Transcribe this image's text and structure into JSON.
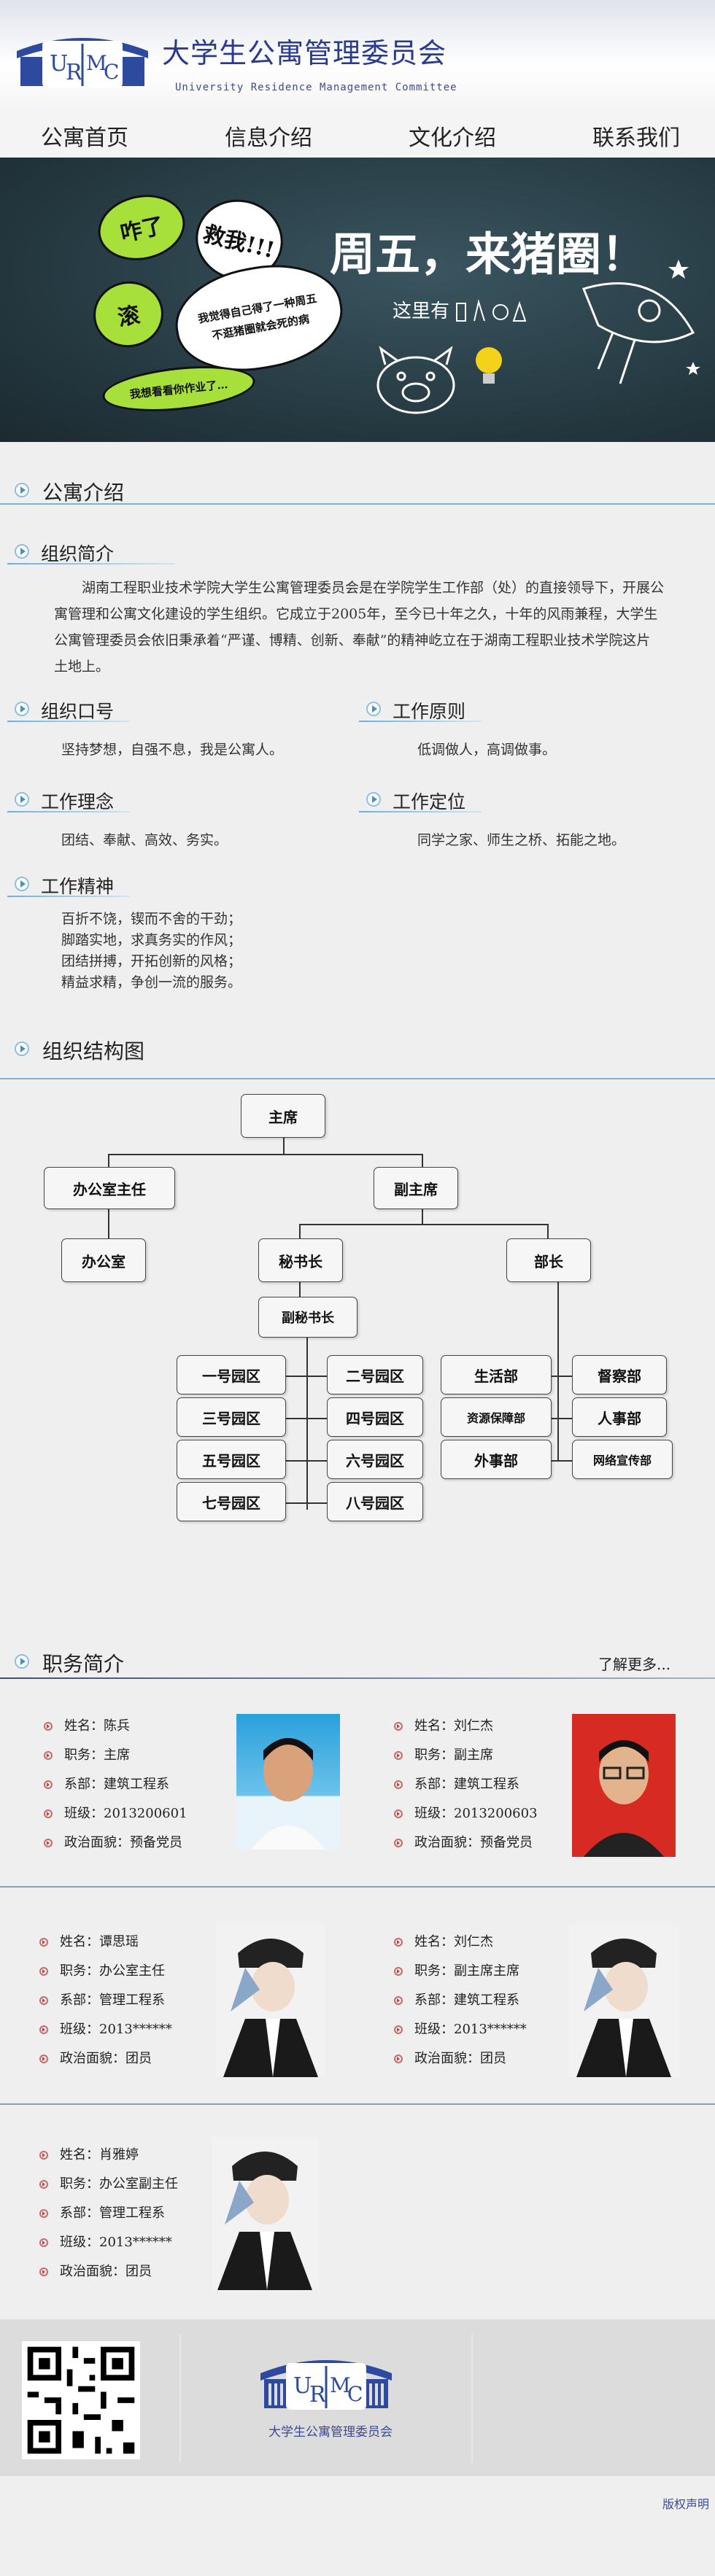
{
  "header": {
    "logo_letters": [
      "U",
      "R",
      "M",
      "C"
    ],
    "title": "大学生公寓管理委员会",
    "subtitle": "University Residence Management Committee"
  },
  "nav": [
    "公寓首页",
    "信息介绍",
    "文化介绍",
    "联系我们"
  ],
  "banner": {
    "headline": "周五，来猪圈！",
    "sub": "这里有",
    "bubbles": [
      "咋了",
      "救我!!!",
      "滚",
      "我觉得自己得了一种周五不逛猪圈就会死的病",
      "我想看看你作业了…"
    ]
  },
  "intro": {
    "heading": "公寓介绍",
    "org_brief": {
      "title": "组织简介",
      "text": "湖南工程职业技术学院大学生公寓管理委员会是在学院学生工作部（处）的直接领导下，开展公寓管理和公寓文化建设的学生组织。它成立于2005年，至今已十年之久，十年的风雨兼程，大学生公寓管理委员会依旧秉承着“严谨、博精、创新、奉献”的精神屹立在于湖南工程职业技术学院这片土地上。"
    },
    "slogan": {
      "title": "组织口号",
      "text": "坚持梦想，自强不息，我是公寓人。"
    },
    "principle": {
      "title": "工作原则",
      "text": "低调做人，高调做事。"
    },
    "concept": {
      "title": "工作理念",
      "text": "团结、奉献、高效、务实。"
    },
    "position": {
      "title": "工作定位",
      "text": "同学之家、师生之桥、拓能之地。"
    },
    "spirit": {
      "title": "工作精神",
      "lines": [
        "百折不饶，锲而不舍的干劲；",
        "脚踏实地，求真务实的作风；",
        "团结拼搏，开拓创新的风格；",
        "精益求精，争创一流的服务。"
      ]
    }
  },
  "org": {
    "heading": "组织结构图",
    "chair": "主席",
    "office_director": "办公室主任",
    "vice_chair": "副主席",
    "office": "办公室",
    "secretary": "秘书长",
    "minister": "部长",
    "deputy_secretary": "副秘书长",
    "parks_left": [
      "一号园区",
      "三号园区",
      "五号园区",
      "七号园区"
    ],
    "parks_right": [
      "二号园区",
      "四号园区",
      "六号园区",
      "八号园区"
    ],
    "depts_left": [
      "生活部",
      "资源保障部",
      "外事部"
    ],
    "depts_right": [
      "督察部",
      "人事部",
      "网络宣传部"
    ]
  },
  "duties": {
    "heading": "职务简介",
    "more": "了解更多...",
    "people": [
      {
        "rows": [
          "姓名：陈兵",
          "职务：主席",
          "系部：建筑工程系",
          "班级：2013200601",
          "政治面貌：预备党员"
        ]
      },
      {
        "rows": [
          "姓名：刘仁杰",
          "职务：副主席",
          "系部：建筑工程系",
          "班级：2013200603",
          "政治面貌：预备党员"
        ]
      },
      {
        "rows": [
          "姓名：谭思瑶",
          "职务：办公室主任",
          "系部：管理工程系",
          "班级：2013******",
          "政治面貌：团员"
        ]
      },
      {
        "rows": [
          "姓名：刘仁杰",
          "职务：副主席主席",
          "系部：建筑工程系",
          "班级：2013******",
          "政治面貌：团员"
        ]
      },
      {
        "rows": [
          "姓名：肖雅婷",
          "职务：办公室副主任",
          "系部：管理工程系",
          "班级：2013******",
          "政治面貌：团员"
        ]
      }
    ]
  },
  "footer": {
    "logo_caption": "大学生公寓管理委员会",
    "copyright": "版权声明"
  },
  "colors": {
    "brand": "#2a3b8f",
    "accent_line": "#7bb6d8",
    "banner_bg": "#23363e"
  }
}
